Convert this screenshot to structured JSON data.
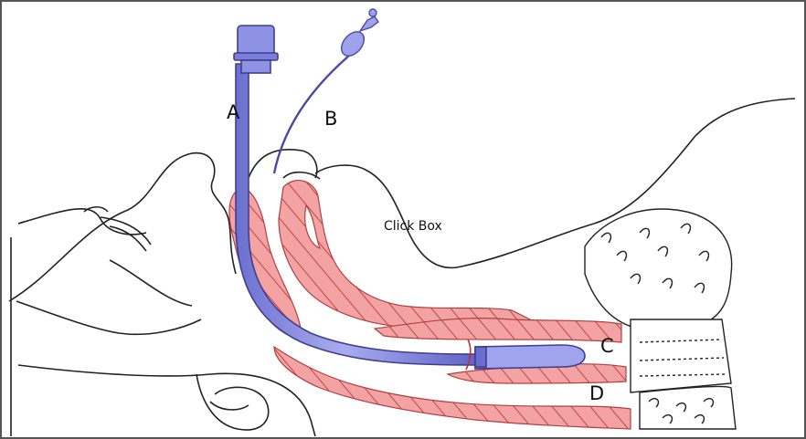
{
  "diagram": {
    "labels": {
      "a": "A",
      "b": "B",
      "c": "C",
      "d": "D"
    },
    "click_box": "Click Box",
    "colors": {
      "tube": "#8a8ee0",
      "tube_stroke": "#3f3f8f",
      "tissue": "#f09a9a",
      "hatch": "#c84848",
      "outline": "#222222"
    }
  }
}
